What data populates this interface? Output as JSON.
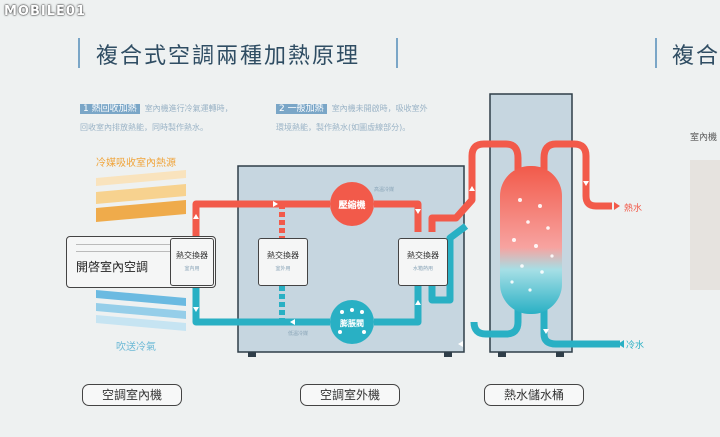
{
  "logo": "MOBILE01",
  "title": "複合式空調兩種加熱原理",
  "title_right": "複合",
  "mode1": {
    "tag": "1 熱回收加熱",
    "desc1": "室內機進行冷氣運轉時，",
    "desc2": "回收室內排放熱能，同時製作熱水。"
  },
  "mode2": {
    "tag": "2 一般加熱",
    "desc1": "室內機未開啟時，吸收室外",
    "desc2": "環境熱能，製作熱水(如圖虛線部分)。"
  },
  "labels": {
    "absorb_heat": "冷媒吸收室內熱源",
    "blow_cold": "吹送冷氣",
    "indoor_running": "開啓室內空調",
    "compressor": "壓縮機",
    "expansion": "膨脹閥",
    "hx_indoor": "熱交換器",
    "hx_indoor_sub": "室內用",
    "hx_outdoor": "熱交換器",
    "hx_outdoor_sub": "室外用",
    "hx_water": "熱交換器",
    "hx_water_sub": "水箱熱用",
    "hot_water": "熱水",
    "cold_water": "冷水",
    "right_partial": "室內機",
    "tiny_top": "高溫冷媒",
    "tiny_bottom": "低溫冷媒"
  },
  "units": {
    "indoor": "空調室內機",
    "outdoor": "空調室外機",
    "tank": "熱水儲水桶"
  },
  "colors": {
    "hot": "#f25a4a",
    "cold": "#29b0c4",
    "orange": "#f0a43a",
    "navy": "#2f4d63"
  }
}
